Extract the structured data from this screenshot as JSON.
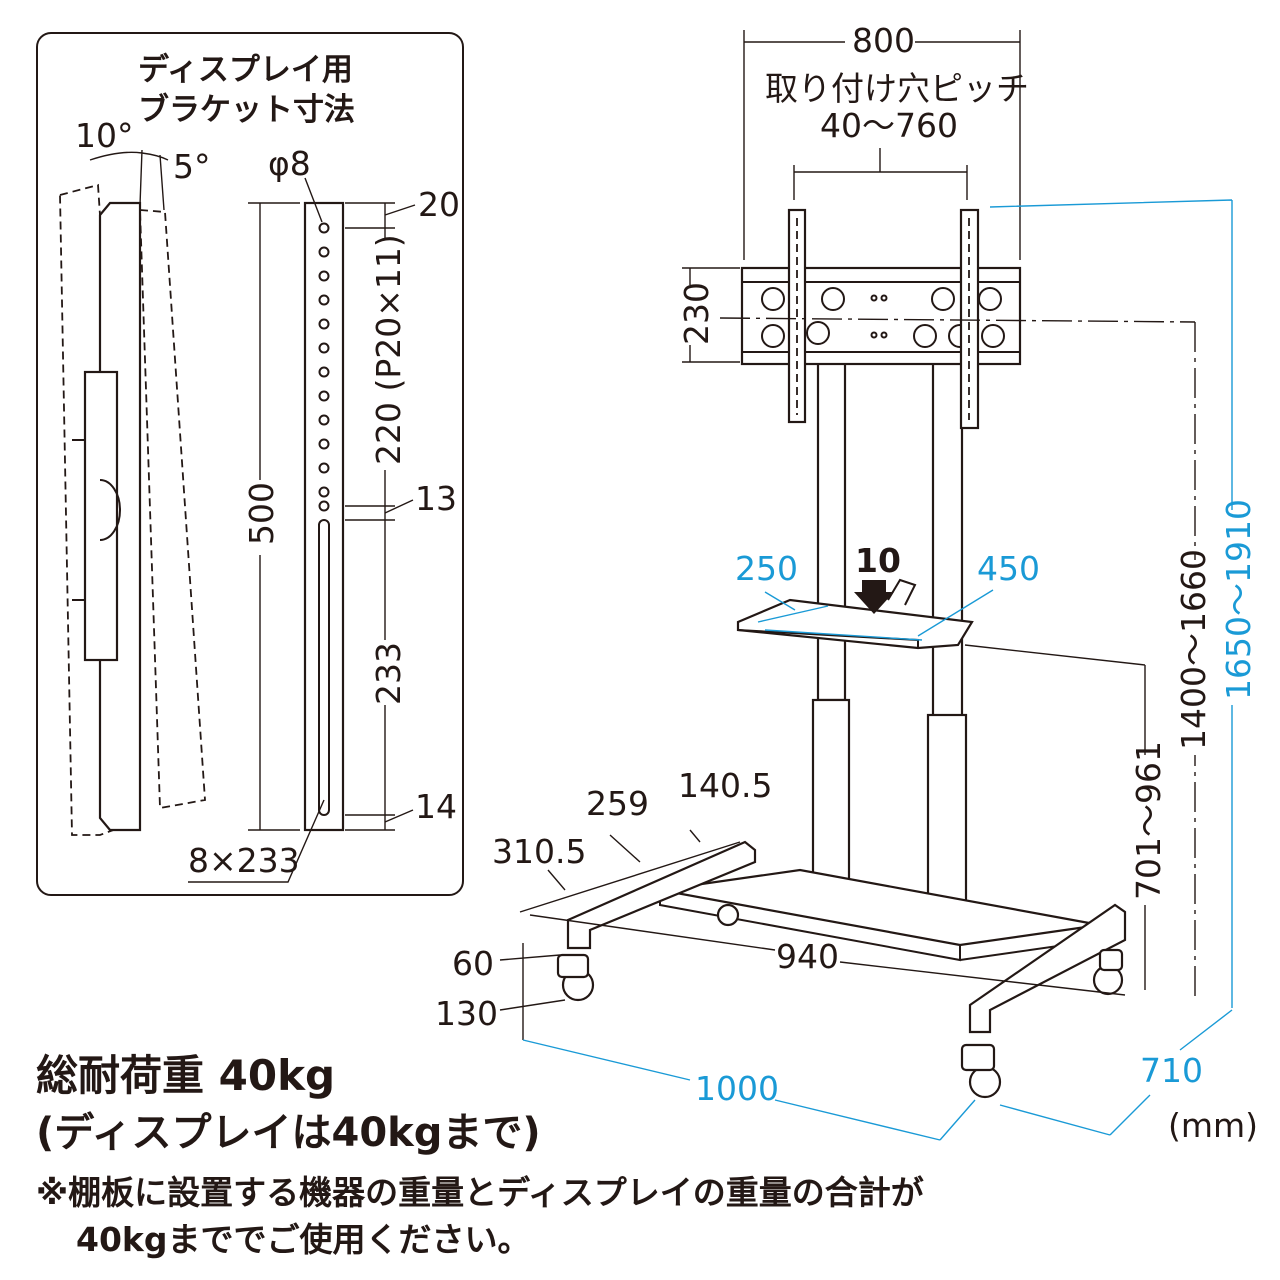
{
  "inset": {
    "title_line1": "ディスプレイ用",
    "title_line2": "ブラケット寸法",
    "tilt_up": "10°",
    "tilt_down": "5°",
    "hole_dia": "φ8",
    "dim_top": "20",
    "dim_pitch": "220 (P20×11)",
    "dim_13": "13",
    "dim_height": "500",
    "dim_slot": "233",
    "dim_bottom": "14",
    "slot_size": "8×233"
  },
  "stand": {
    "width": "800",
    "hole_pitch_label": "取り付け穴ピッチ",
    "hole_pitch_value": "40～760",
    "plate_height": "230",
    "shelf_width": "250",
    "shelf_load": "10",
    "shelf_depth": "450",
    "mount_height": "1400～1660",
    "total_height": "1650～1910",
    "shelf_height": "701～961",
    "dim_259": "259",
    "dim_140_5": "140.5",
    "dim_310_5": "310.5",
    "dim_60": "60",
    "dim_130": "130",
    "dim_940": "940",
    "base_width": "1000",
    "base_depth": "710",
    "unit": "(mm)"
  },
  "notes": {
    "load_total": "総耐荷重 40kg",
    "load_display": "(ディスプレイは40kgまで)",
    "caution_line1": "※棚板に設置する機器の重量とディスプレイの重量の合計が",
    "caution_line2": "40kgまででご使用ください。"
  },
  "colors": {
    "accent": "#1a9ad6",
    "line": "#231815"
  }
}
